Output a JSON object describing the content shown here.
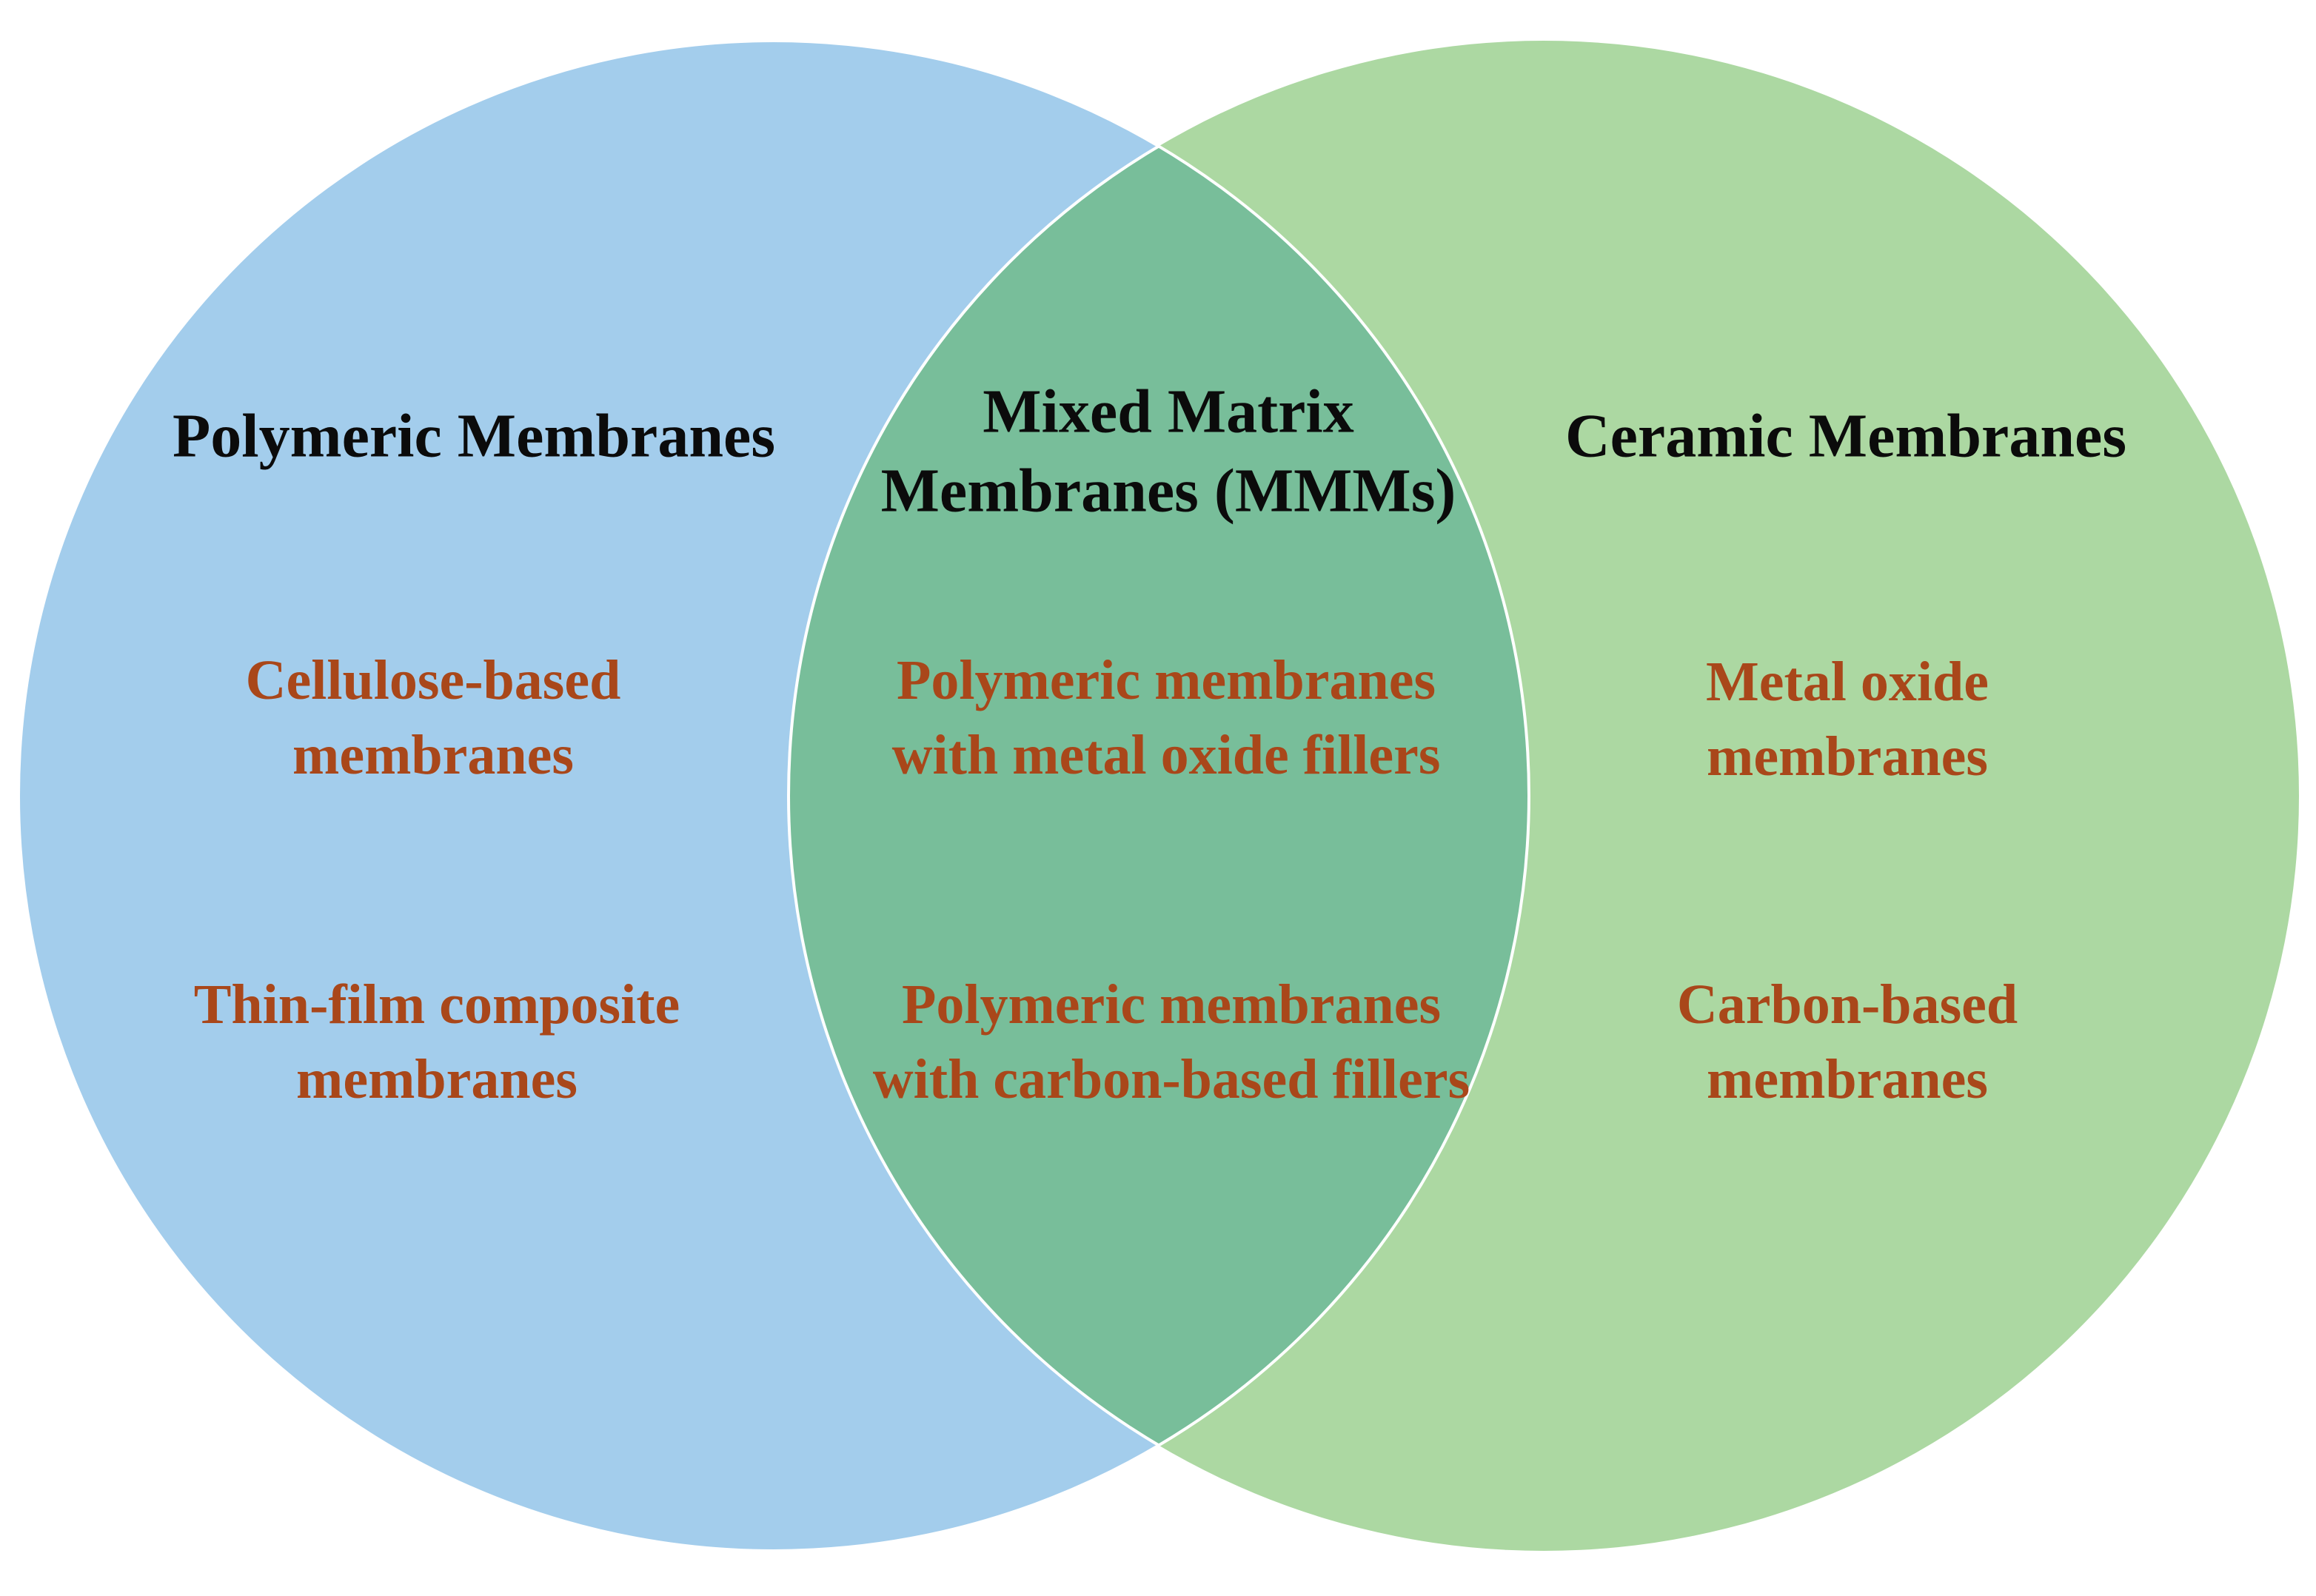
{
  "colors": {
    "left_circle": "#a3cdec",
    "right_circle": "#acd8a2",
    "overlap": "#78be9a",
    "heading_text": "#0b0b0b",
    "item_text": "#a9471a",
    "outline": "#ffffff"
  },
  "sets": {
    "left": {
      "title": "Polymeric Membranes",
      "items": [
        [
          "Cellulose-based",
          "membranes"
        ],
        [
          "Thin-film composite",
          "membranes"
        ]
      ]
    },
    "overlap": {
      "title": [
        "Mixed Matrix",
        "Membranes (MMMs)"
      ],
      "items": [
        [
          "Polymeric membranes",
          "with metal oxide fillers"
        ],
        [
          "Polymeric membranes",
          "with carbon-based fillers"
        ]
      ]
    },
    "right": {
      "title": "Ceramic Membranes",
      "items": [
        [
          "Metal oxide",
          "membranes"
        ],
        [
          "Carbon-based",
          "membranes"
        ]
      ]
    }
  }
}
